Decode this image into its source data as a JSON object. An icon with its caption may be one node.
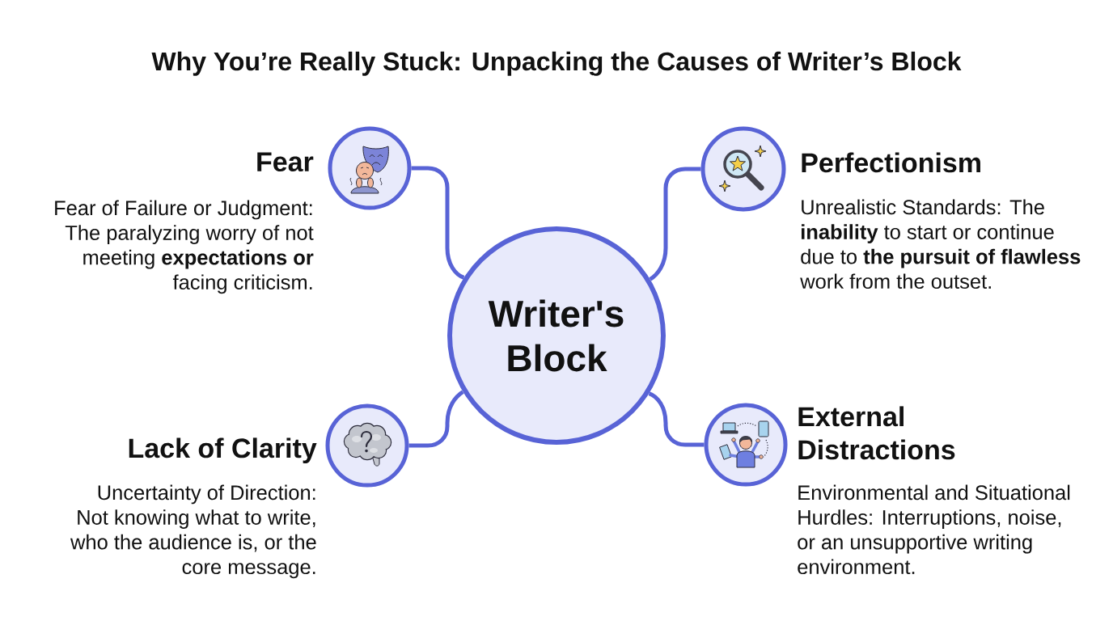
{
  "diagram": {
    "title": "Why You’re Really Stuck: Unpacking the Causes of Writer’s Block",
    "nodes": [
      {
        "text": [
          "Fear",
          "Fear of Failure or Judgment: The paralyzing worry of not meeting **expectations or** facing criticism."
        ]
      },
      {
        "text": [
          "Perfectionism",
          "Unrealistic Standards: The **inability** to start or continue due to **the pursuit of flawless** work from the outset."
        ]
      },
      {
        "text": [
          "Writer's Block"
        ]
      },
      {
        "text": [
          "Lack of Clarity",
          "Uncertainty of Direction: Not knowing what to write, who the audience is, or the core message."
        ]
      },
      {
        "text": [
          "External Distractions",
          "Environmental and Situational Hurdles: Interruptions, noise, or an unsupportive writing environment."
        ]
      }
    ],
    "edges": [
      {
        "from": 2,
        "to": 0,
        "arrow": "none"
      },
      {
        "from": 2,
        "to": 1,
        "arrow": "none"
      },
      {
        "from": 2,
        "to": 3,
        "arrow": "none"
      },
      {
        "from": 2,
        "to": 4,
        "arrow": "none"
      }
    ]
  }
}
